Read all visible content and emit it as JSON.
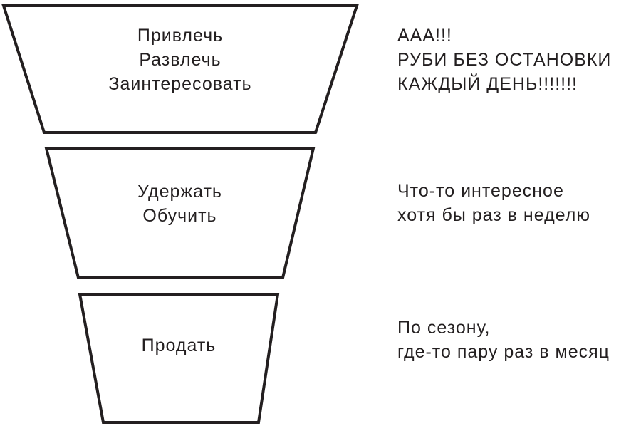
{
  "diagram": {
    "background_color": "#ffffff",
    "stroke_color": "#231f20",
    "text_color": "#231f20",
    "funnel": {
      "tiers": [
        {
          "lines": [
            "Привлечь",
            "Развлечь",
            "Заинтересовать"
          ]
        },
        {
          "lines": [
            "Удержать",
            "Обучить"
          ]
        },
        {
          "lines": [
            "Продать"
          ]
        }
      ]
    },
    "annotations": [
      {
        "lines": [
          "ААА!!!",
          "РУБИ БЕЗ ОСТАНОВКИ",
          "КАЖДЫЙ ДЕНЬ!!!!!!!"
        ]
      },
      {
        "lines": [
          "Что-то интересное",
          "хотя бы раз в неделю"
        ]
      },
      {
        "lines": [
          "По сезону,",
          "где-то пару раз в месяц"
        ]
      }
    ]
  }
}
